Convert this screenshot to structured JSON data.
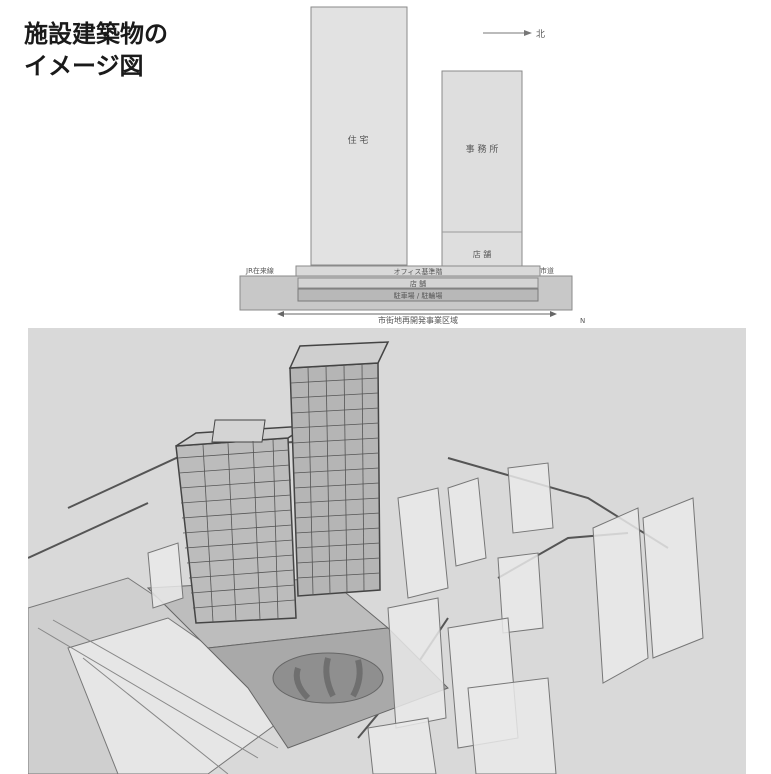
{
  "title": {
    "line1": "施設建築物の",
    "line2": "イメージ図"
  },
  "section": {
    "north_arrow": "北",
    "tower_left": "住 宅",
    "tower_right": "事 務 所",
    "tower_right_lower": "店 舗",
    "podium_label": "オフィス基準階",
    "podium_middle": "店 舗",
    "podium_lower": "駐車場 / 駐輪場",
    "left_label": "JR在来線",
    "right_label": "市道",
    "bottom_dimension": "市街地再開発事業区域",
    "bottom_right_mark": "N"
  },
  "colors": {
    "tower_fill": "#e2e2e2",
    "tower_stroke": "#8a8a8a",
    "ground": "#c8c8c8",
    "podium": "#d4d4d4",
    "render_bg": "#d9d9d9"
  }
}
